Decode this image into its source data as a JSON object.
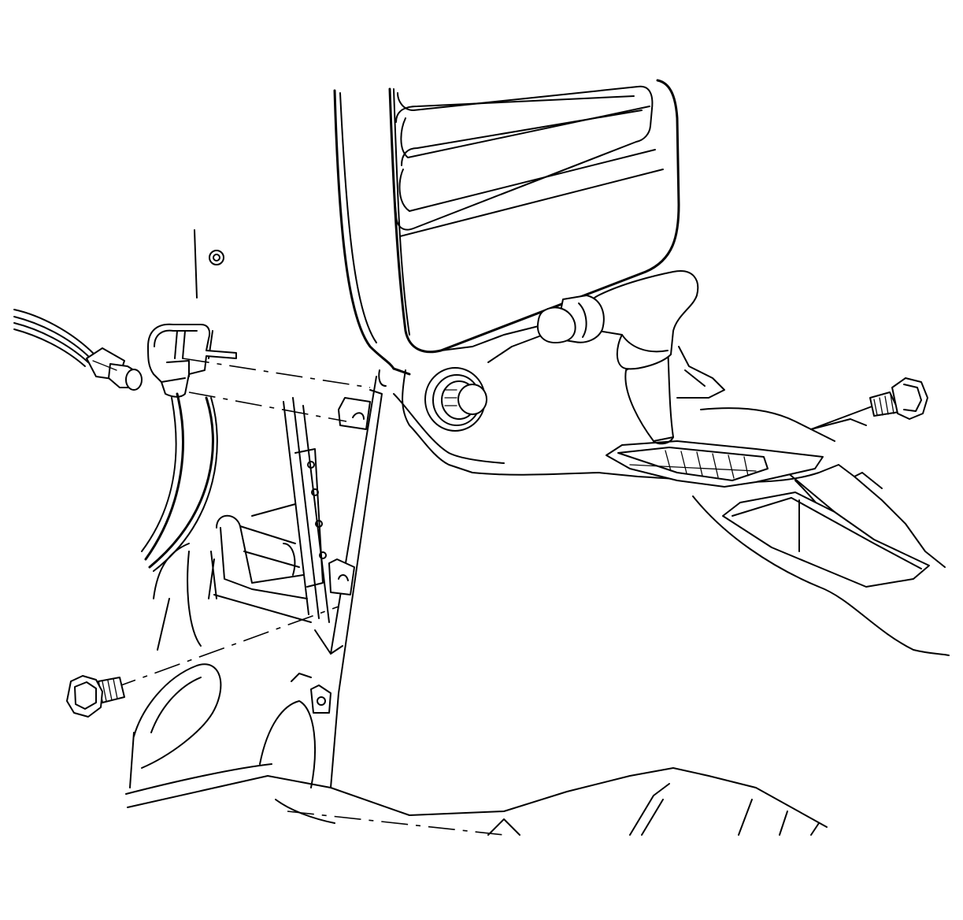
{
  "figure": {
    "type": "line-art service illustration",
    "style": {
      "stroke_color": "#000000",
      "background_color": "#ffffff"
    },
    "parts": [
      "seat-back",
      "headrest-pad",
      "seat-belt-buckle",
      "wiring-harness",
      "harness-connector",
      "seat-side-bracket",
      "seat-adjuster-track",
      "center-console",
      "power-outlet",
      "shift-lever",
      "shift-indicator-plate",
      "console-cup-holder",
      "floor-carpet",
      "bolt-upper-right",
      "bolt-lower-left"
    ],
    "callouts": []
  }
}
